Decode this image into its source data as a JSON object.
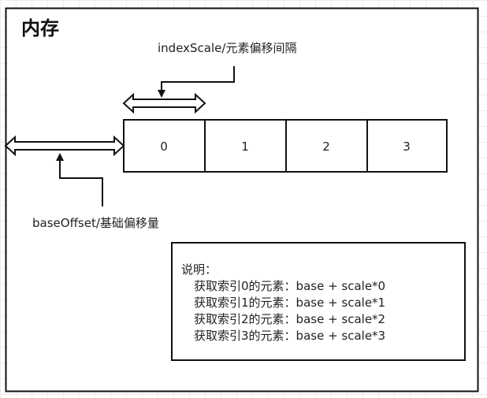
{
  "diagram": {
    "title": "内存",
    "cells": [
      "0",
      "1",
      "2",
      "3"
    ],
    "index_scale_label": "indexScale/元素偏移间隔",
    "base_offset_label": "baseOffset/基础偏移量",
    "note": {
      "heading": "说明：",
      "lines": [
        "获取索引0的元素：base + scale*0",
        "获取索引1的元素：base + scale*1",
        "获取索引2的元素：base + scale*2",
        "获取索引3的元素：base + scale*3"
      ]
    }
  }
}
